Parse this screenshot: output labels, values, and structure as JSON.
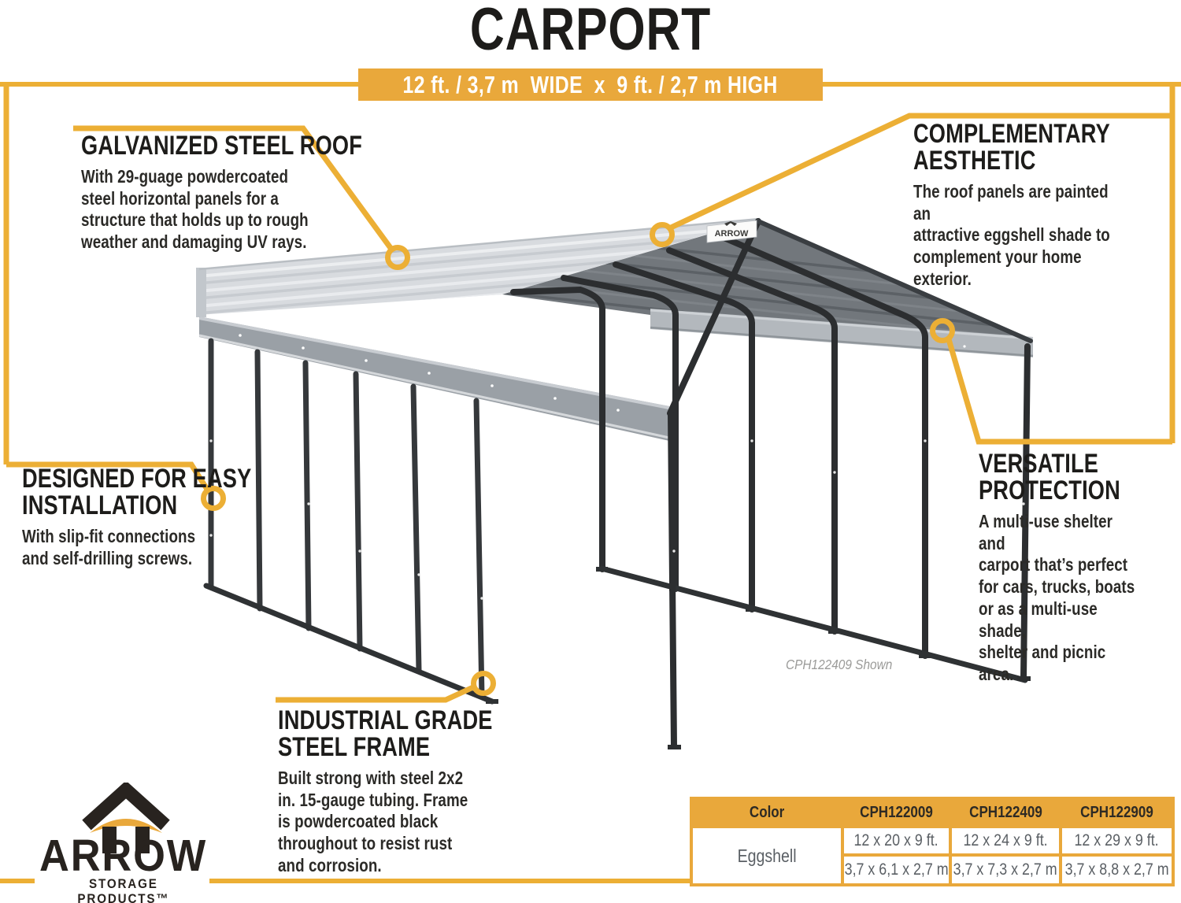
{
  "page": {
    "title": "CARPORT",
    "banner": "12 ft. / 3,7 m  WIDE  x  9 ft. / 2,7 m HIGH",
    "watermark": "CPH122409 Shown"
  },
  "colors": {
    "accent_gold": "#E9A83B",
    "leader_line_gold": "#ECAF35",
    "heading_text": "#1d1c1a",
    "body_text": "#2b2a27",
    "table_value_text": "#5a5f64",
    "roof_light": "#d8dbdf",
    "roof_underside": "#72777c",
    "frame_black": "#303336"
  },
  "callouts": {
    "galvanized": {
      "heading": "GALVANIZED STEEL ROOF",
      "body": "With 29-guage powdercoated\nsteel horizontal panels for a\nstructure that holds up to rough\nweather and damaging UV rays."
    },
    "complementary": {
      "heading": "COMPLEMENTARY AESTHETIC",
      "body": "The roof panels are painted an\nattractive eggshell shade to\ncomplement your home exterior."
    },
    "designed": {
      "heading": "DESIGNED FOR EASY\nINSTALLATION",
      "body": "With slip-fit connections\nand self-drilling screws."
    },
    "versatile": {
      "heading": "VERSATILE\nPROTECTION",
      "body": "A multi-use shelter and\ncarport that’s perfect\nfor cars, trucks, boats\nor as a multi-use shade,\nshelter and picnic area."
    },
    "industrial": {
      "heading": "INDUSTRIAL GRADE\nSTEEL FRAME",
      "body": "Built strong with steel 2x2\nin. 15-gauge tubing. Frame\nis powdercoated black\nthroughout to resist rust\nand corrosion."
    }
  },
  "illustration": {
    "gable_label": "ARROW"
  },
  "logo": {
    "name": "ARROW",
    "tagline": "STORAGE PRODUCTS™"
  },
  "table": {
    "headers": [
      "Color",
      "CPH122009",
      "CPH122409",
      "CPH122909"
    ],
    "color_value": "Eggshell",
    "row_ft": [
      "12 x 20 x 9 ft.",
      "12 x 24 x 9 ft.",
      "12 x 29 x 9 ft."
    ],
    "row_m": [
      "3,7 x 6,1 x 2,7 m",
      "3,7 x 7,3 x 2,7 m",
      "3,7 x 8,8 x 2,7 m"
    ]
  }
}
